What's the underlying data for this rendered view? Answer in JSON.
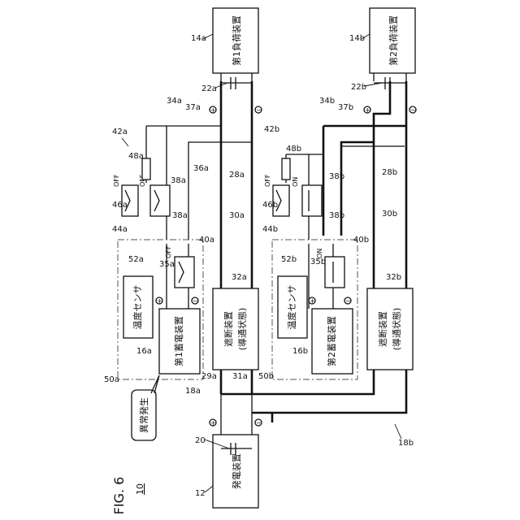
{
  "figure": {
    "title": "FIG. 6",
    "system_ref": "10"
  },
  "blocks": {
    "generator": "発電装置",
    "load_1": "第1負荷装置",
    "load_2": "第2負荷装置",
    "battery_1": "第1蓄電装置",
    "battery_2": "第2蓄電装置",
    "temp_sensor_a": "温度センサ",
    "temp_sensor_b": "温度センサ",
    "breaker_a_line1": "遮断装置",
    "breaker_a_line2": "(導通状態)",
    "breaker_b_line1": "遮断装置",
    "breaker_b_line2": "(導通状態)",
    "anomaly_callout": "異常発生"
  },
  "switch_states": {
    "s46a": "OFF",
    "s44a": "OFF",
    "s35a": "OFF",
    "s46b": "OFF",
    "s44b": "ON",
    "s35b": "ON"
  },
  "polarity": {
    "plus": "+",
    "minus": "−"
  },
  "refs": {
    "r12": "12",
    "r20": "20",
    "r10": "10",
    "r14a": "14a",
    "r14b": "14b",
    "r22a": "22a",
    "r22b": "22b",
    "r16a": "16a",
    "r16b": "16b",
    "r18a": "18a",
    "r18b": "18b",
    "r28a": "28a",
    "r28b": "28b",
    "r29a": "29a",
    "r30a": "30a",
    "r30b": "30b",
    "r31a": "31a",
    "r32a": "32a",
    "r32b": "32b",
    "r34a": "34a",
    "r34b": "34b",
    "r35a": "35a",
    "r35b": "35b",
    "r36a": "36a",
    "r37a": "37a",
    "r37b": "37b",
    "r38a_top": "38a",
    "r38a_bot": "38a",
    "r38b_top": "38b",
    "r38b_bot": "38b",
    "r40a": "40a",
    "r40b": "40b",
    "r42a": "42a",
    "r42b": "42b",
    "r44a": "44a",
    "r44b": "44b",
    "r46a": "46a",
    "r46b": "46b",
    "r48a": "48a",
    "r48b": "48b",
    "r50a": "50a",
    "r50b": "50b",
    "r52a": "52a",
    "r52b": "52b"
  }
}
